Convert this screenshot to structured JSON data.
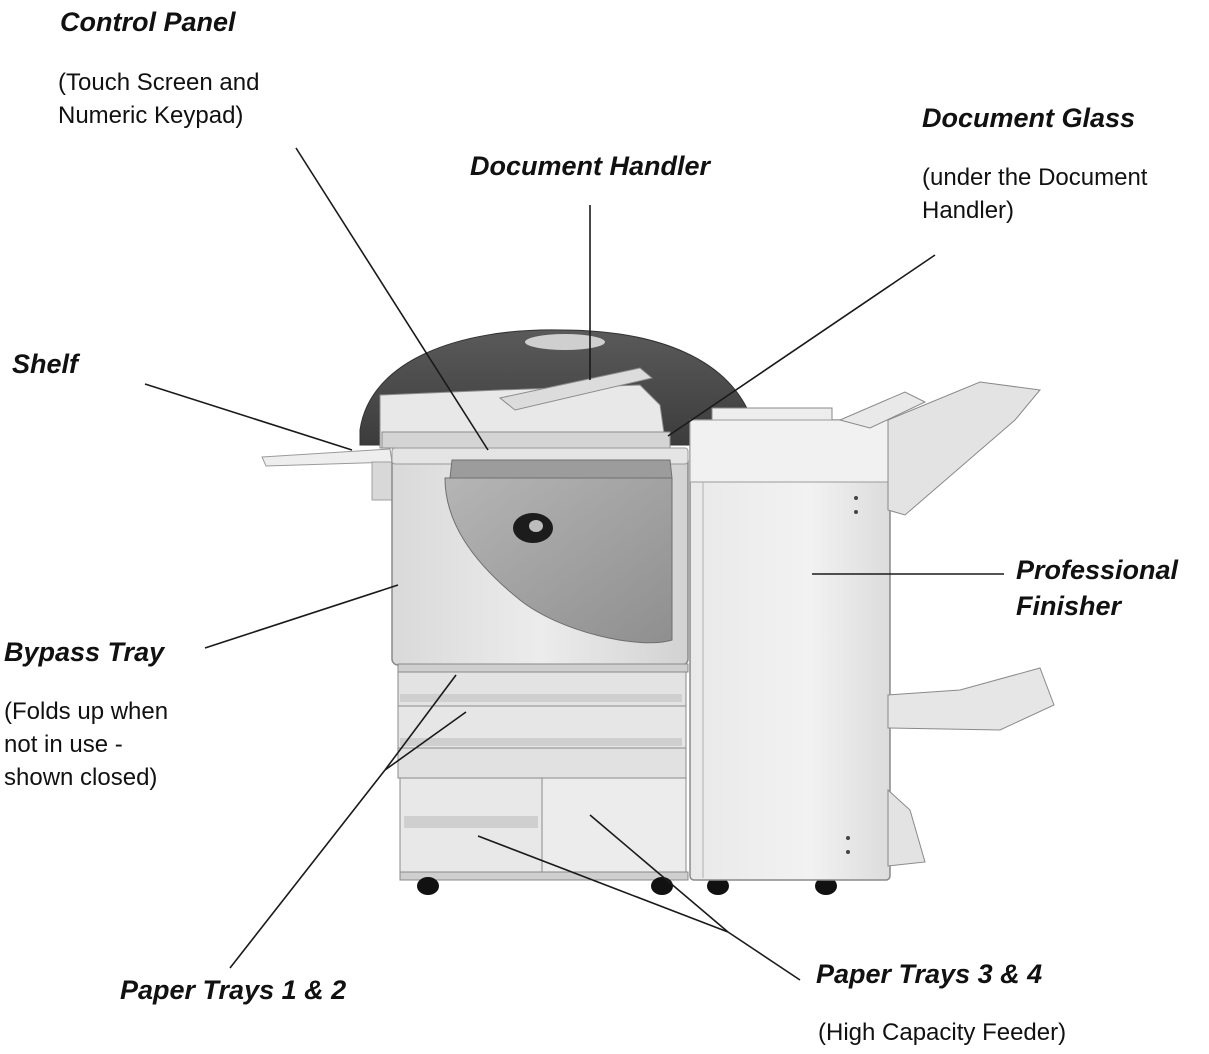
{
  "labels": {
    "control_panel": {
      "title": "Control Panel",
      "sub_lines": [
        "(Touch Screen and",
        "Numeric Keypad)"
      ]
    },
    "document_glass": {
      "title": "Document Glass",
      "sub_lines": [
        "(under the Document",
        "Handler)"
      ]
    },
    "document_handler": {
      "title": "Document Handler"
    },
    "shelf": {
      "title": "Shelf"
    },
    "professional_finisher": {
      "title_lines": [
        "Professional",
        "Finisher"
      ]
    },
    "bypass_tray": {
      "title": "Bypass Tray",
      "sub_lines": [
        "(Folds up when",
        "not in use -",
        "shown closed)"
      ]
    },
    "paper_trays_1_2": {
      "title": "Paper Trays 1 & 2"
    },
    "paper_trays_3_4": {
      "title": "Paper Trays 3 & 4",
      "sub_lines": [
        "(High Capacity Feeder)"
      ]
    }
  },
  "colors": {
    "text": "#111111",
    "leader_line": "#1a1a1a",
    "body_light": "#e6e6e6",
    "body_mid": "#cfcfcf",
    "lid_dark": "#4a4a4a",
    "panel_gray": "#a9a9a9"
  }
}
